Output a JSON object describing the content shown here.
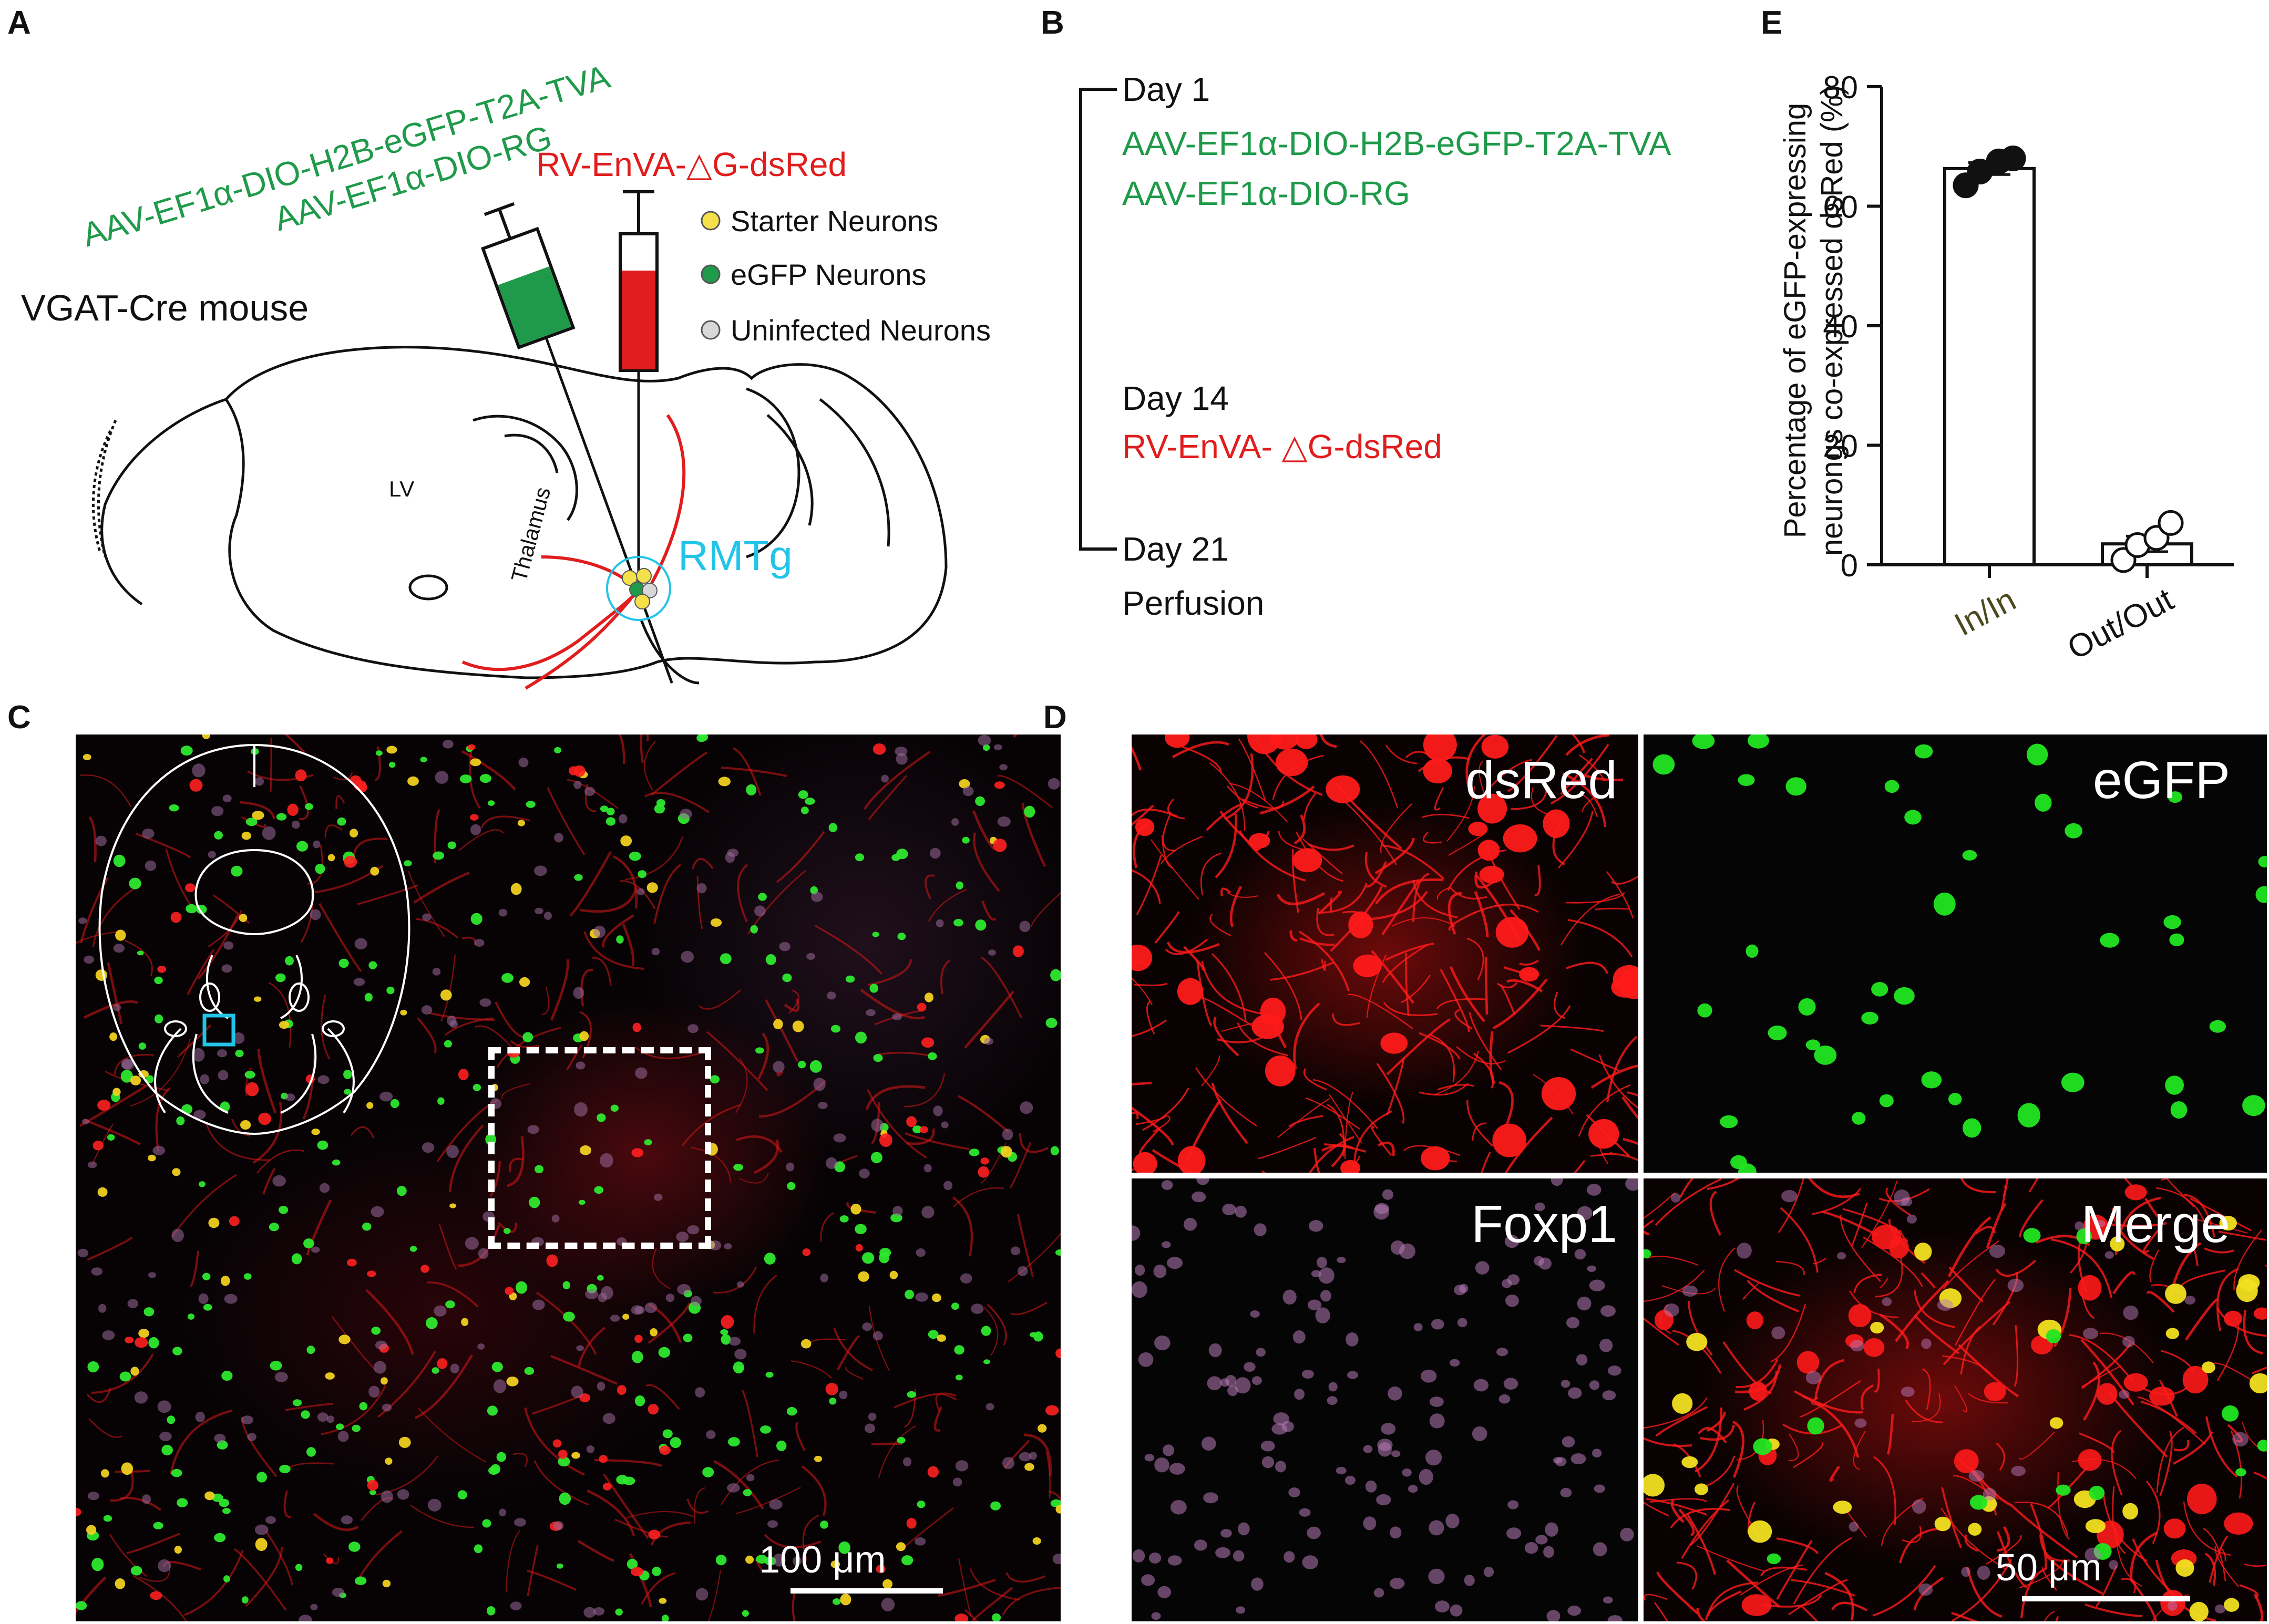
{
  "panels": {
    "A": {
      "label": "A",
      "virus_green_1": "AAV-EF1α-DIO-H2B-eGFP-T2A-TVA",
      "virus_green_2": "AAV-EF1α-DIO-RG",
      "virus_red": "RV-EnVA-△G-dsRed",
      "mouse": "VGAT-Cre mouse",
      "legend": [
        "Starter Neurons",
        "eGFP Neurons",
        "Uninfected  Neurons"
      ],
      "region_lv": "LV",
      "region_thalamus": "Thalamus",
      "region_rmtg": "RMTg",
      "colors": {
        "green": "#1f9a4a",
        "red": "#e11d1d",
        "cyan": "#22c4e8",
        "yellow": "#f4e04a"
      }
    },
    "B": {
      "label": "B",
      "day1": "Day 1",
      "day1_virus_1": "AAV-EF1α-DIO-H2B-eGFP-T2A-TVA",
      "day1_virus_2": "AAV-EF1α-DIO-RG",
      "day14": "Day 14",
      "day14_virus": "RV-EnVA- △G-dsRed",
      "day21": "Day 21",
      "perfusion": "Perfusion"
    },
    "C": {
      "label": "C",
      "scalebar": "100 μm"
    },
    "D": {
      "label": "D",
      "tiles": [
        "dsRed",
        "eGFP",
        "Foxp1",
        "Merge"
      ],
      "scalebar": "50 μm"
    },
    "E": {
      "label": "E"
    }
  },
  "chart_data": {
    "type": "bar",
    "ylabel_line1": "Percentage of eGFP-expressing",
    "ylabel_line2": "neurongs co-expressed dsRed  (%)",
    "ylim": [
      0,
      80
    ],
    "yticks": [
      "0",
      "20",
      "40",
      "60",
      "80"
    ],
    "categories": [
      "In/In",
      "Out/Out"
    ],
    "category_colors": [
      "#4a4a1e",
      "#111111"
    ],
    "values": [
      66.3,
      3.5
    ],
    "sem": [
      1.0,
      1.3
    ],
    "points": [
      [
        63.5,
        65.8,
        67.5,
        68.0
      ],
      [
        0.8,
        3.3,
        4.5,
        7.0
      ]
    ]
  }
}
